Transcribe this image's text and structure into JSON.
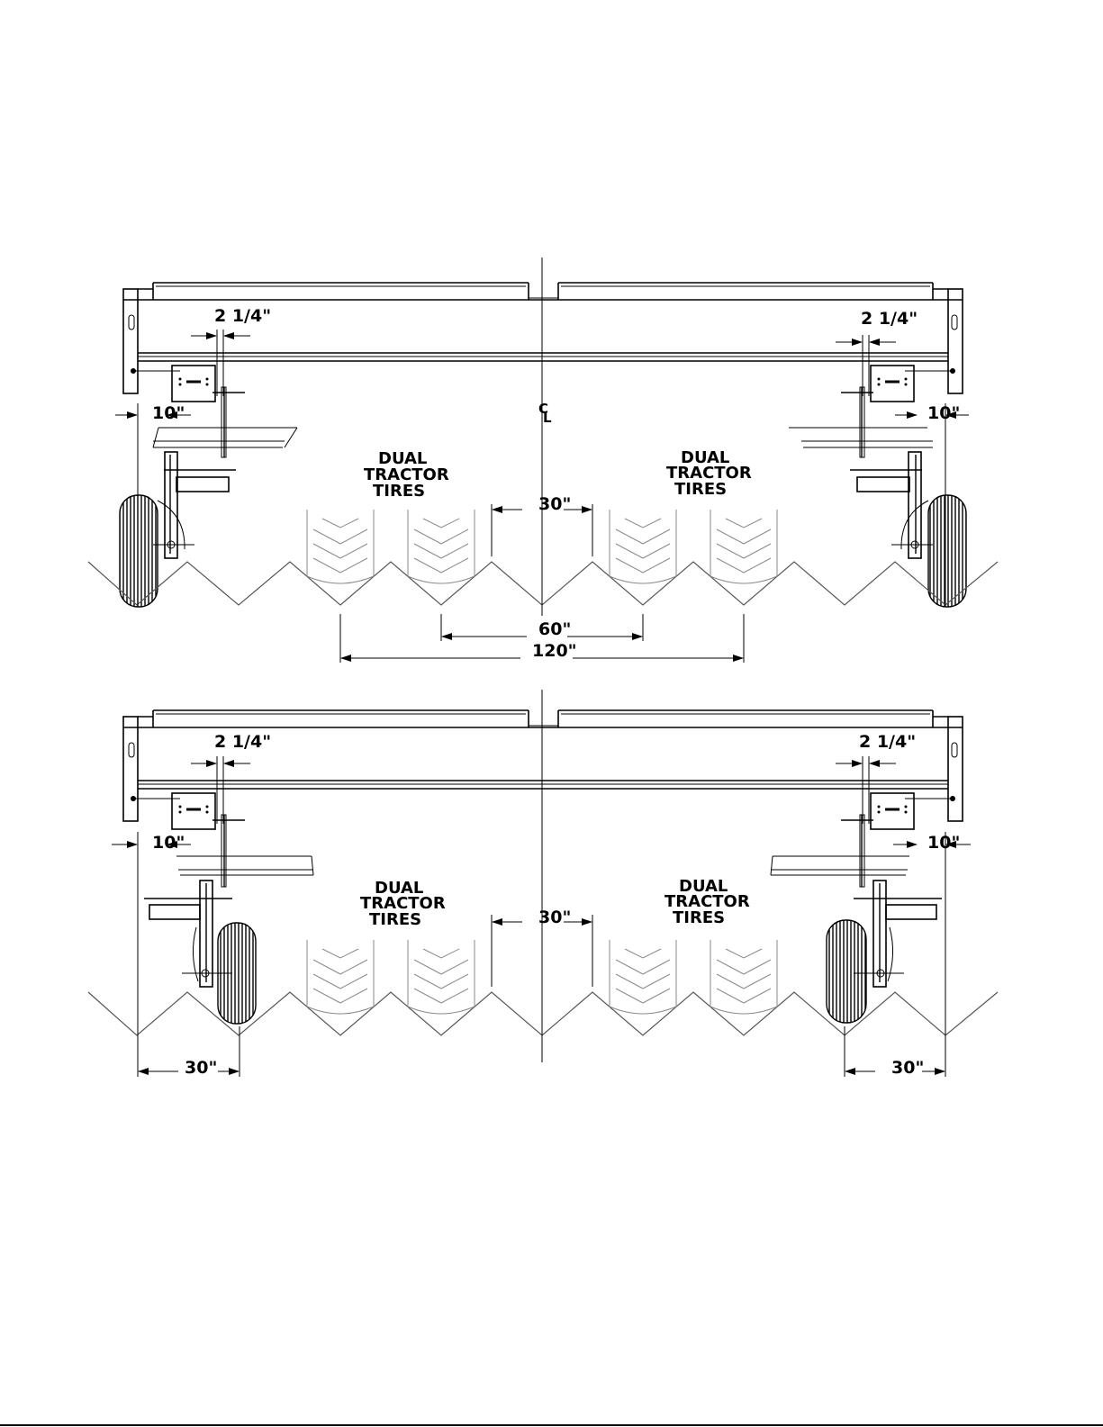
{
  "diagram": {
    "upper": {
      "dims": {
        "offset_left": "2 1/4\"",
        "offset_right": "2 1/4\"",
        "edge_left": "10\"",
        "edge_right": "10\"",
        "row": "30\"",
        "tire_span": "60\"",
        "track": "120\""
      },
      "tires_left": [
        "DUAL",
        "TRACTOR",
        "TIRES"
      ],
      "tires_right": [
        "DUAL",
        "TRACTOR",
        "TIRES"
      ],
      "centerline": [
        "C",
        "L"
      ]
    },
    "lower": {
      "dims": {
        "offset_left": "2 1/4\"",
        "offset_right": "2 1/4\"",
        "edge_left": "10\"",
        "edge_right": "10\"",
        "row": "30\"",
        "wheel_left": "30\"",
        "wheel_right": "30\""
      },
      "tires_left": [
        "DUAL",
        "TRACTOR",
        "TIRES"
      ],
      "tires_right": [
        "DUAL",
        "TRACTOR",
        "TIRES"
      ]
    }
  }
}
